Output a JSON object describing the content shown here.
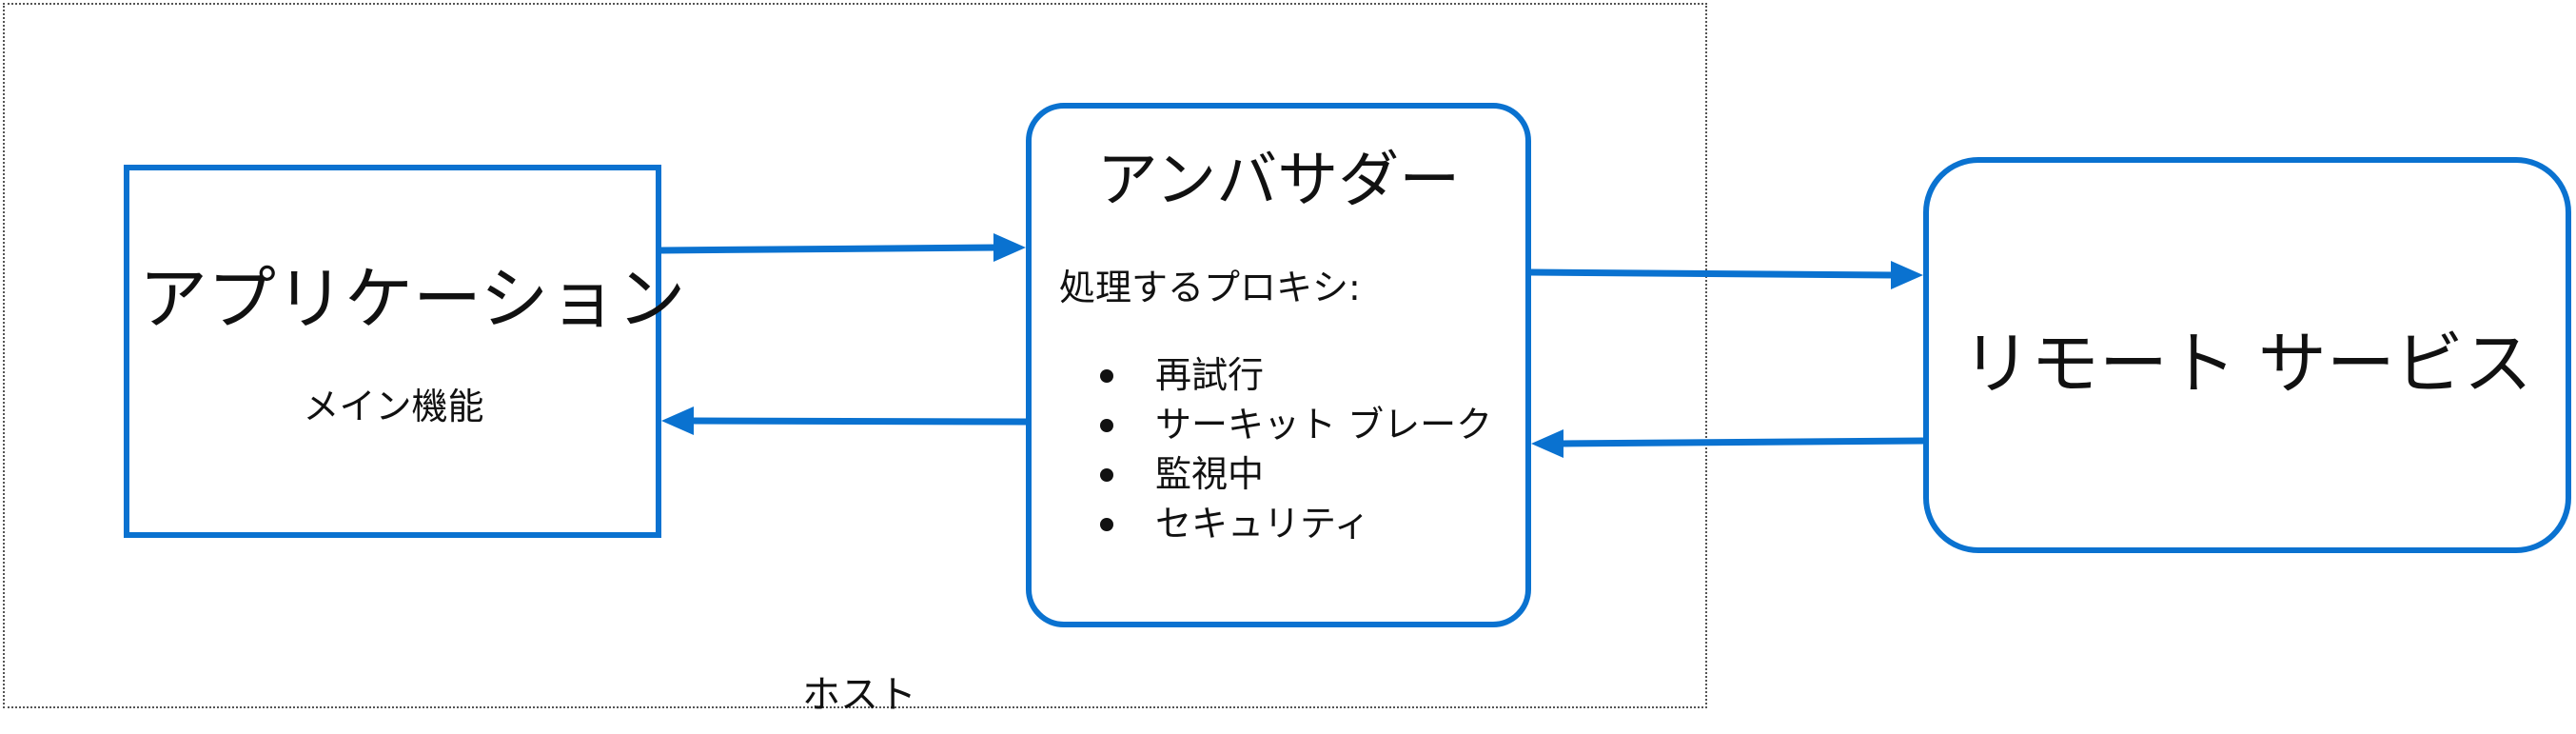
{
  "host": {
    "label": "ホスト"
  },
  "application": {
    "title": "アプリケーション",
    "subtitle": "メイン機能"
  },
  "ambassador": {
    "title": "アンバサダー",
    "lead": "処理するプロキシ:",
    "items": [
      "再試行",
      "サーキット ブレーク",
      "監視中",
      "セキュリティ"
    ]
  },
  "remote": {
    "title": "リモート サービス"
  },
  "colors": {
    "accent": "#0a72d0",
    "host_border": "#555555"
  }
}
